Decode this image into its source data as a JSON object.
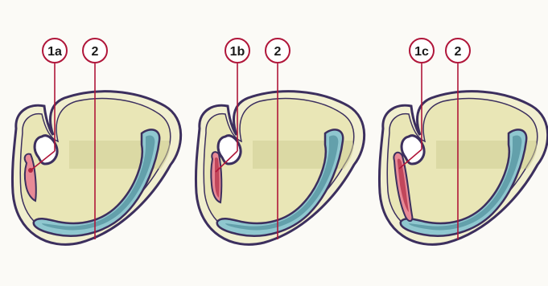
{
  "figure": {
    "panels": [
      {
        "label_primary": "1a",
        "label_secondary": "2"
      },
      {
        "label_primary": "1b",
        "label_secondary": "2"
      },
      {
        "label_primary": "1c",
        "label_secondary": "2"
      }
    ]
  },
  "colors": {
    "background": "#fbfaf6",
    "outer_body": "#f1efcf",
    "outer_outline": "#3c2f5e",
    "inner_cavity": "#e9e6b6",
    "cavity_shadow": "#cfcd95",
    "tube_fill": "#8fc7cf",
    "tube_dark": "#3f7f8e",
    "pink_fill": "#e88a96",
    "pink_dark": "#b02a42",
    "leader_line": "#b0163a",
    "label_circle": "#ffffff"
  }
}
